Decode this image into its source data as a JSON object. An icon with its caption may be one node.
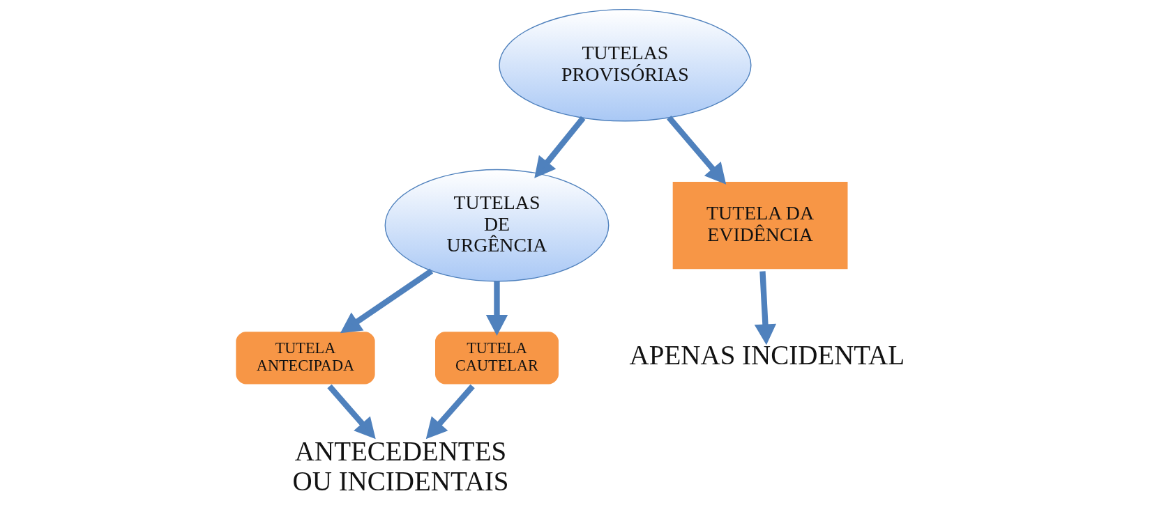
{
  "diagram": {
    "nodes": [
      {
        "text": [
          "TUTELAS PROVISÓRIAS"
        ]
      },
      {
        "text": [
          "TUTELAS DE URGÊNCIA"
        ]
      },
      {
        "text": [
          "TUTELA ANTECIPADA"
        ]
      },
      {
        "text": [
          "TUTELA CAUTELAR"
        ]
      },
      {
        "text": [
          "TUTELA DA EVIDÊNCIA"
        ]
      },
      {
        "text": [
          "ANTECEDENTES OU INCIDENTAIS"
        ]
      },
      {
        "text": [
          "APENAS INCIDENTAL"
        ]
      }
    ],
    "edges": [
      {
        "from": 0,
        "to": 1,
        "arrow": "to"
      },
      {
        "from": 0,
        "to": 4,
        "arrow": "to"
      },
      {
        "from": 1,
        "to": 2,
        "arrow": "to"
      },
      {
        "from": 1,
        "to": 3,
        "arrow": "to"
      },
      {
        "from": 2,
        "to": 5,
        "arrow": "to"
      },
      {
        "from": 3,
        "to": 5,
        "arrow": "to"
      },
      {
        "from": 4,
        "to": 6,
        "arrow": "to"
      }
    ]
  }
}
